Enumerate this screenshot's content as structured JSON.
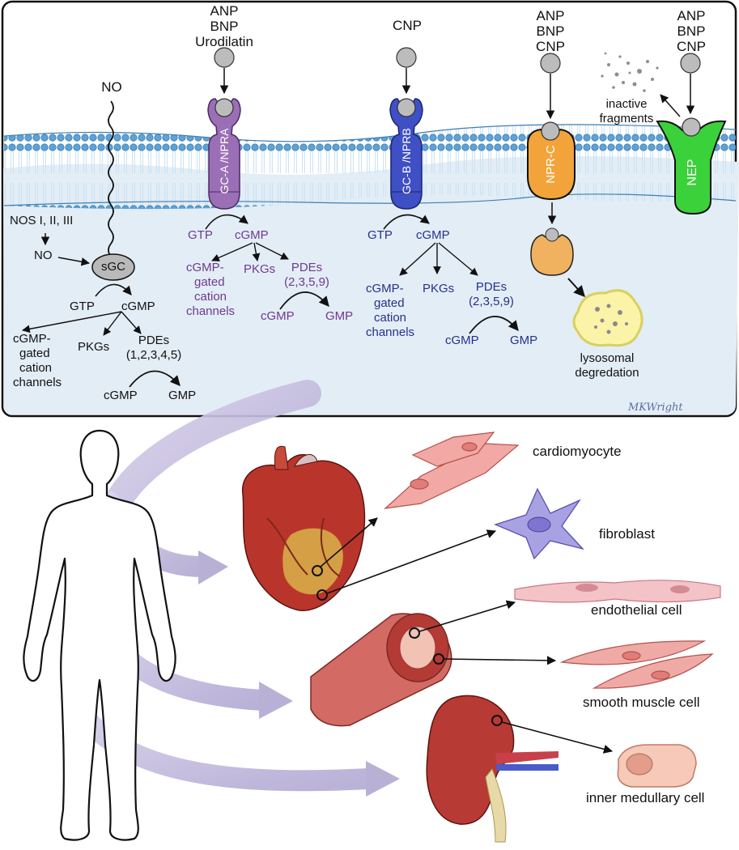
{
  "ligands": {
    "gca": [
      "ANP",
      "BNP",
      "Urodilatin"
    ],
    "gcb": [
      "CNP"
    ],
    "nprc": [
      "ANP",
      "BNP",
      "CNP"
    ],
    "nep": [
      "ANP",
      "BNP",
      "CNP"
    ],
    "no_top": "NO"
  },
  "receptors": {
    "gca": "GC-A /NPRA",
    "gcb": "GC-B /NPRB",
    "nprc": "NPR-C",
    "nep": "NEP",
    "sgc": "sGC"
  },
  "no_pathway": {
    "nos": "NOS I, II, III",
    "no": "NO",
    "gtp": "GTP",
    "cgmp": "cGMP",
    "channels": [
      "cGMP-",
      "gated",
      "cation",
      "channels"
    ],
    "pkgs": "PKGs",
    "pdes": [
      "PDEs",
      "(1,2,3,4,5)"
    ],
    "substrate": "cGMP",
    "product": "GMP"
  },
  "gca_pathway": {
    "gtp": "GTP",
    "cgmp": "cGMP",
    "channels": [
      "cGMP-",
      "gated",
      "cation",
      "channels"
    ],
    "pkgs": "PKGs",
    "pdes": [
      "PDEs",
      "(2,3,5,9)"
    ],
    "substrate": "cGMP",
    "product": "GMP"
  },
  "gcb_pathway": {
    "gtp": "GTP",
    "cgmp": "cGMP",
    "channels": [
      "cGMP-",
      "gated",
      "cation",
      "channels"
    ],
    "pkgs": "PKGs",
    "pdes": [
      "PDEs",
      "(2,3,5,9)"
    ],
    "substrate": "cGMP",
    "product": "GMP"
  },
  "nep_outcome": [
    "inactive",
    "fragments"
  ],
  "nprc_outcome": [
    "lysosomal",
    "degredation"
  ],
  "signature": "MKWright",
  "cells": {
    "cardiomyocyte": "cardiomyocyte",
    "fibroblast": "fibroblast",
    "endothelial": "endothelial cell",
    "smooth_muscle": "smooth muscle cell",
    "medullary": "inner medullary cell"
  },
  "colors": {
    "membrane": "#8fc3e6",
    "cytoplasm": "#e4eef7",
    "gca": "#9b6fb5",
    "gcb": "#3f4fc4",
    "nprc": "#f2a43a",
    "nep": "#3bd13b",
    "flow_arrow": "#b9b0d6"
  }
}
